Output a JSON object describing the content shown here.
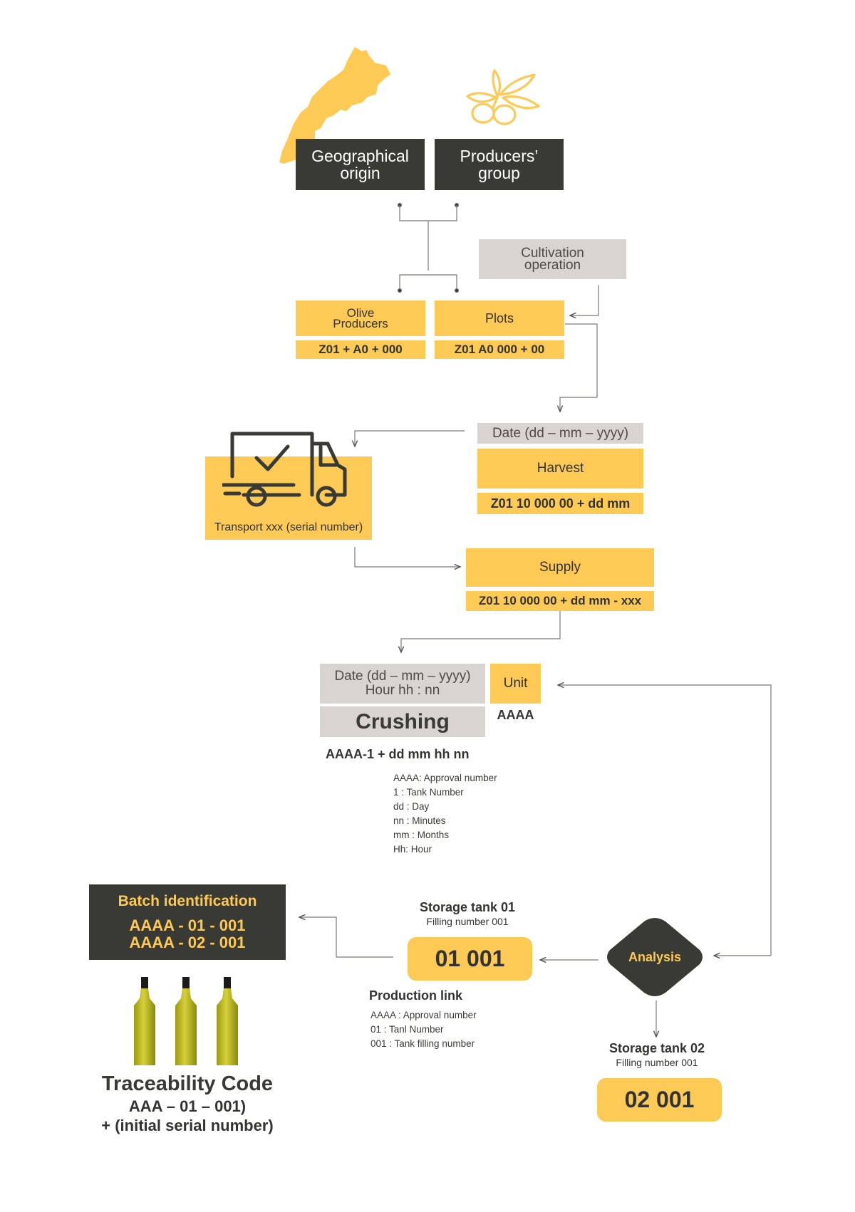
{
  "nodes": {
    "geo_origin": "Geographical\norigin",
    "producers_group": "Producers’\ngroup",
    "cultivation": "Cultivation\noperation",
    "olive_producers": "Olive\nProducers",
    "olive_producers_code": "Z01 + A0 + 000",
    "plots": "Plots",
    "plots_code": "Z01 A0 000 + 00",
    "harvest_date": "Date (dd – mm – yyyy)",
    "harvest": "Harvest",
    "harvest_code": "Z01 10 000 00 + dd mm",
    "transport": "Transport xxx (serial number)",
    "supply": "Supply",
    "supply_code": "Z01 10 000 00 + dd mm - xxx",
    "crushing_date": "Date (dd – mm – yyyy)\nHour hh : nn",
    "unit": "Unit",
    "unit_code": "AAAA",
    "crushing": "Crushing",
    "crushing_code": "AAAA-1 + dd mm hh nn",
    "crushing_legend": "AAAA: Approval number\n1 : Tank Number\ndd : Day\nnn : Minutes\nmm : Months\nHh: Hour",
    "batch_title": "Batch identification",
    "batch_codes": "AAAA - 01 - 001\nAAAA - 02 - 001",
    "storage1_title": "Storage tank 01",
    "storage1_sub": "Filling number 001",
    "storage1_code": "01 001",
    "analysis": "Analysis",
    "production_link_title": "Production link",
    "production_link_legend": "AAAA : Approval number\n01 : Tanl Number\n001 : Tank filling number",
    "storage2_title": "Storage tank 02",
    "storage2_sub": "Filling number 001",
    "storage2_code": "02 001",
    "traceability_title": "Traceability Code",
    "traceability_code": "AAA – 01 – 001)\n+ (initial serial number)"
  },
  "icons": {
    "map": "morocco-map-icon",
    "olive": "olive-branch-icon",
    "truck": "delivery-truck-icon",
    "bottles": "olive-oil-bottle-icon"
  },
  "colors": {
    "dark": "#3a3a35",
    "yellow": "#fdca55",
    "gray": "#d9d4cf",
    "line": "#6b6b66"
  }
}
